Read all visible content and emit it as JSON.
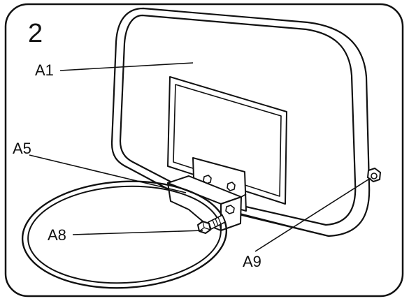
{
  "step_number": "2",
  "labels": {
    "backboard": "A1",
    "rim": "A5",
    "bolt": "A8",
    "nut": "A9"
  },
  "colors": {
    "line": "#111111",
    "background": "#ffffff"
  }
}
